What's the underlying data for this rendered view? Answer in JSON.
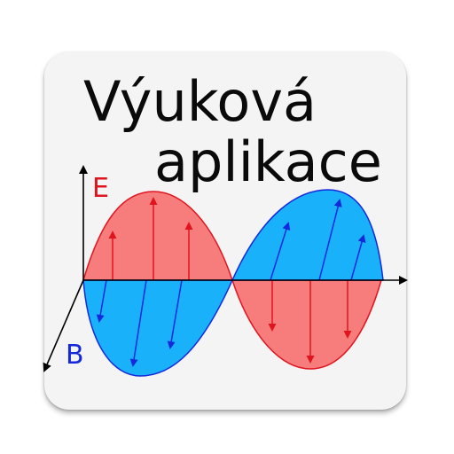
{
  "app_icon": {
    "title_line1": "Výuková",
    "title_line2": "aplikace",
    "axis_e_label": "E",
    "axis_b_label": "B",
    "icon_name": "electromagnetic-wave-icon"
  },
  "colors": {
    "background": "#f4f4f4",
    "title_text": "#0a0a0a",
    "electric_field": "#f77d7d",
    "electric_arrow": "#e0141e",
    "magnetic_field": "#1ab1fb",
    "magnetic_arrow": "#1428dc",
    "axes": "#000000"
  }
}
